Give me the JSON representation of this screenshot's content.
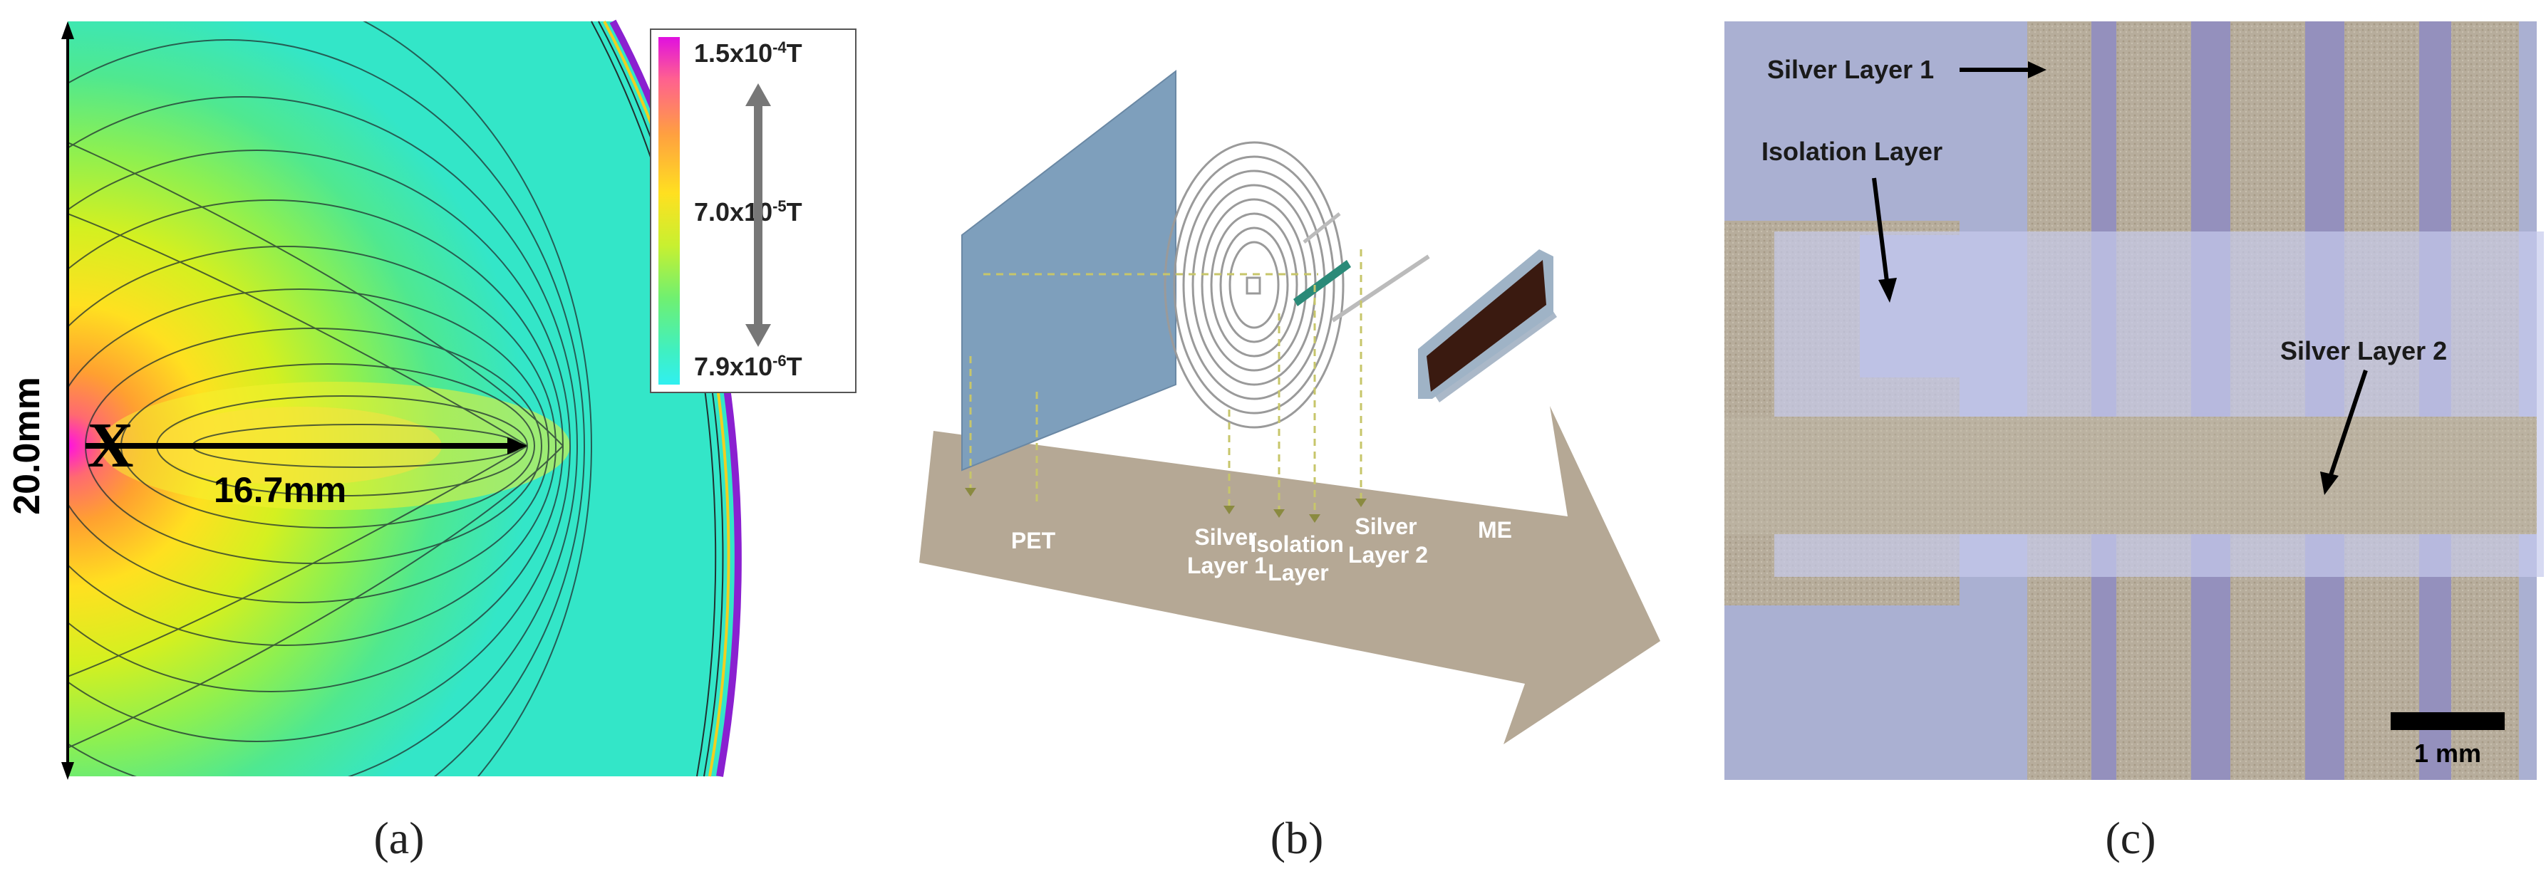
{
  "panels": {
    "a": {
      "caption": "(a)",
      "height_label": "20.0mm",
      "marker": "X",
      "distance_label": "16.7mm",
      "colorbar": {
        "max_label": "1.5x10",
        "max_exp": "-4",
        "mid_label": "7.0x10",
        "mid_exp": "-5",
        "min_label": "7.9x10",
        "min_exp": "-6",
        "unit": "T"
      }
    },
    "b": {
      "caption": "(b)",
      "layers": [
        "PET",
        "Silver",
        "Isolation",
        "Silver",
        "ME"
      ],
      "layers_line2": [
        "",
        "Layer 1",
        "Layer",
        "Layer 2",
        ""
      ]
    },
    "c": {
      "caption": "(c)",
      "labels": {
        "silver1": "Silver Layer 1",
        "isolation": "Isolation Layer",
        "silver2": "Silver Layer 2"
      },
      "scale_bar": "1 mm"
    }
  },
  "colors": {
    "pet_blue": "#7e9fbc",
    "arrow_tan": "#b5a895",
    "isolation_green": "#2a8a78",
    "field_cyan": "#33e6c8"
  }
}
